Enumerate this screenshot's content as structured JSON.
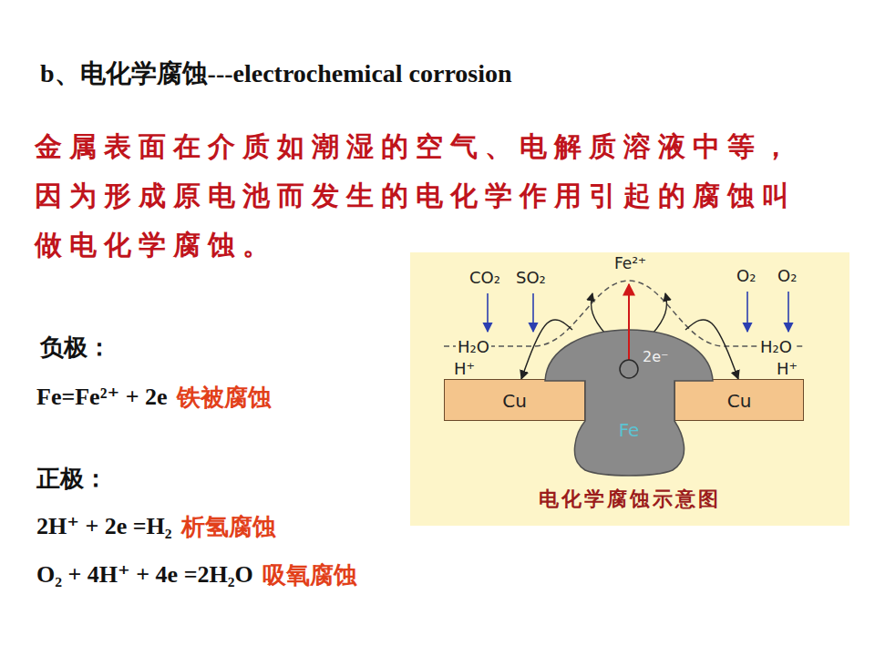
{
  "diagram": {
    "title": "b、电化学腐蚀---electrochemical corrosion",
    "nodes": [
      {
        "text": [
          "电化学腐蚀示意图"
        ]
      },
      {
        "text": [
          "Cu"
        ],
        "in": 0
      },
      {
        "text": [
          "Fe"
        ],
        "in": 0
      },
      {
        "text": [
          "Cu"
        ],
        "in": 0
      }
    ],
    "edges": [
      {
        "from": 2,
        "to": 1,
        "arrow": "to"
      },
      {
        "from": 2,
        "to": 3,
        "arrow": "to"
      }
    ],
    "labels": [
      "金属表面在介质如潮湿的空气、电解质溶液中等， 因为形成原电池而发生的电化学作用引起的腐蚀叫 做电化学腐蚀。",
      "负极：",
      "Fe=Fe²⁺ + 2e",
      "铁被腐蚀",
      "正极：",
      "2H⁺ + 2e =H₂",
      "析氢腐蚀",
      "O₂ + 4H⁺ + 4e =2H₂O",
      "吸氧腐蚀",
      "CO₂",
      "SO₂",
      "Fe²⁺",
      "O₂",
      "O₂",
      "H₂O",
      "H₂O",
      "H⁺",
      "H⁺",
      "2e⁻"
    ]
  }
}
